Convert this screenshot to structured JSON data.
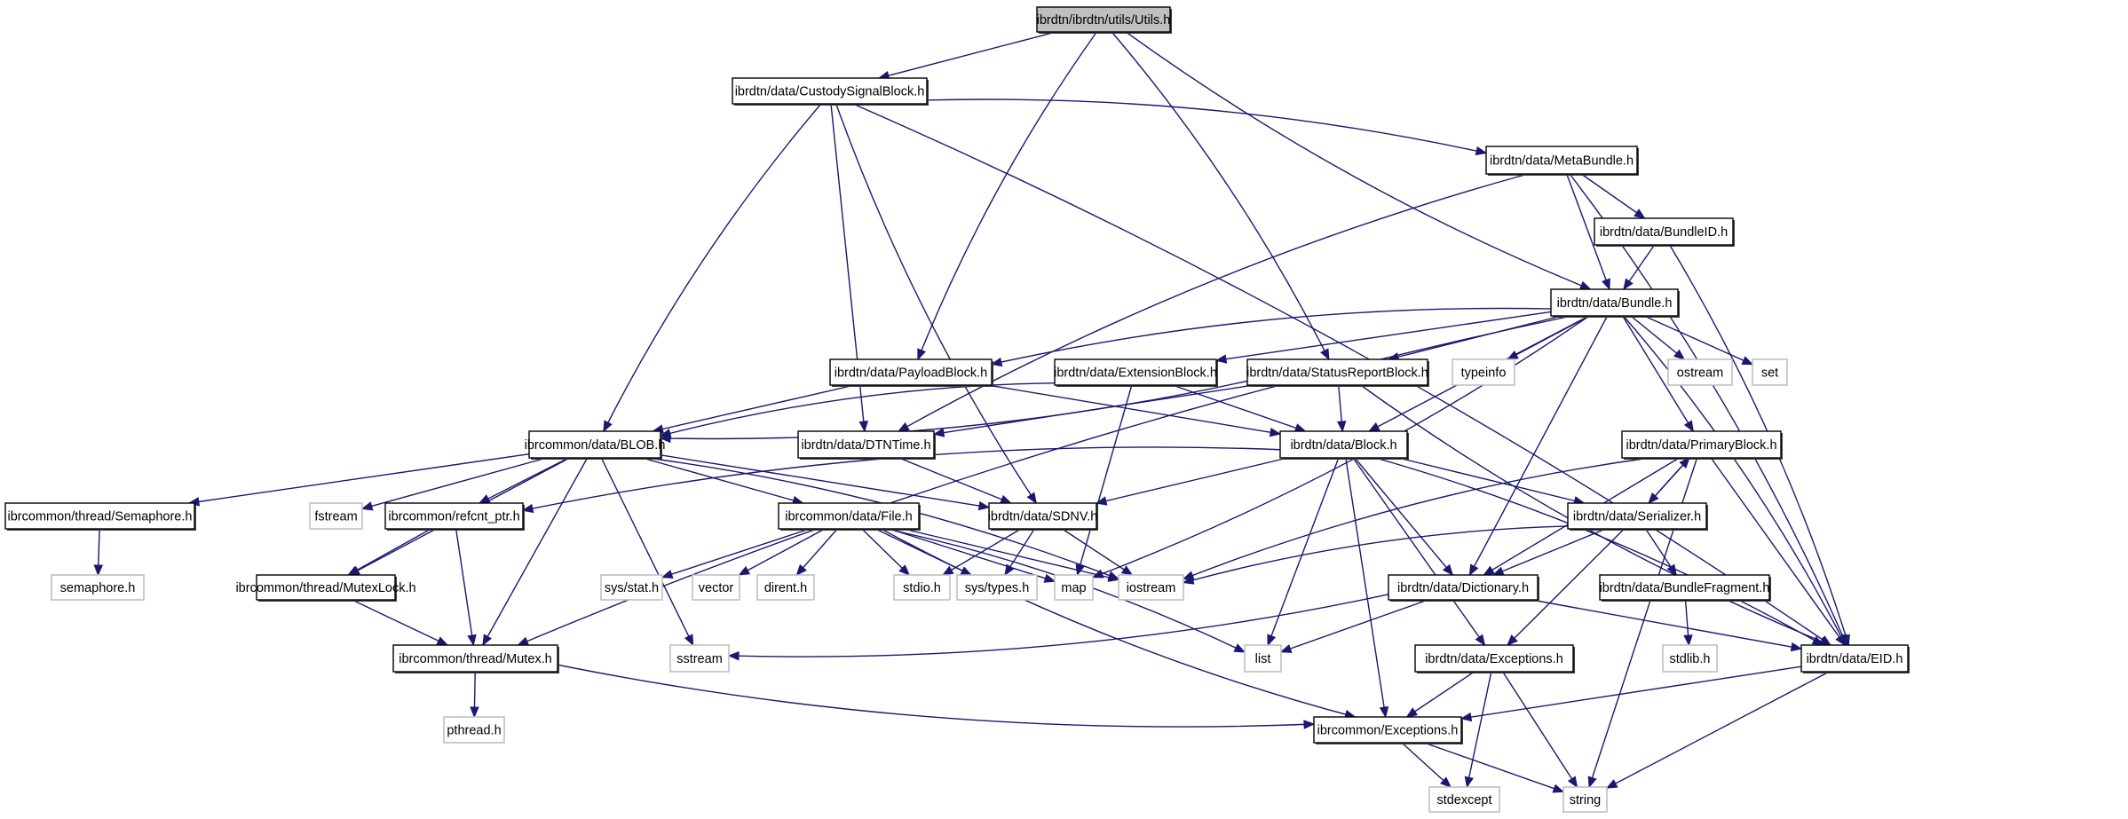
{
  "title": "Include dependency graph for ibrdtn/ibrdtn/utils/Utils.h",
  "colors": {
    "edge": "#191970",
    "root_fill": "#bfbfbf",
    "project_border": "#000000",
    "system_border": "#bfbfbf"
  },
  "nodes": [
    {
      "id": "utils",
      "label": "ibrdtn/ibrdtn/utils/Utils.h",
      "kind": "root"
    },
    {
      "id": "custody",
      "label": "ibrdtn/data/CustodySignalBlock.h",
      "kind": "project"
    },
    {
      "id": "metabundle",
      "label": "ibrdtn/data/MetaBundle.h",
      "kind": "project"
    },
    {
      "id": "bundleid",
      "label": "ibrdtn/data/BundleID.h",
      "kind": "project"
    },
    {
      "id": "bundle",
      "label": "ibrdtn/data/Bundle.h",
      "kind": "project"
    },
    {
      "id": "payload",
      "label": "ibrdtn/data/PayloadBlock.h",
      "kind": "project"
    },
    {
      "id": "extension",
      "label": "ibrdtn/data/ExtensionBlock.h",
      "kind": "project"
    },
    {
      "id": "statusreport",
      "label": "ibrdtn/data/StatusReportBlock.h",
      "kind": "project"
    },
    {
      "id": "typeinfo",
      "label": "typeinfo",
      "kind": "system"
    },
    {
      "id": "ostream",
      "label": "ostream",
      "kind": "system"
    },
    {
      "id": "set",
      "label": "set",
      "kind": "system"
    },
    {
      "id": "blob",
      "label": "ibrcommon/data/BLOB.h",
      "kind": "project"
    },
    {
      "id": "dtntime",
      "label": "ibrdtn/data/DTNTime.h",
      "kind": "project"
    },
    {
      "id": "block",
      "label": "ibrdtn/data/Block.h",
      "kind": "project"
    },
    {
      "id": "primary",
      "label": "ibrdtn/data/PrimaryBlock.h",
      "kind": "project"
    },
    {
      "id": "semaphore",
      "label": "ibrcommon/thread/Semaphore.h",
      "kind": "project"
    },
    {
      "id": "fstream",
      "label": "fstream",
      "kind": "system"
    },
    {
      "id": "refcnt",
      "label": "ibrcommon/refcnt_ptr.h",
      "kind": "project"
    },
    {
      "id": "file",
      "label": "ibrcommon/data/File.h",
      "kind": "project"
    },
    {
      "id": "sdnv",
      "label": "ibrdtn/data/SDNV.h",
      "kind": "project"
    },
    {
      "id": "serializer",
      "label": "ibrdtn/data/Serializer.h",
      "kind": "project"
    },
    {
      "id": "semaphore_h",
      "label": "semaphore.h",
      "kind": "system"
    },
    {
      "id": "mutexlock",
      "label": "ibrcommon/thread/MutexLock.h",
      "kind": "project"
    },
    {
      "id": "sysstat",
      "label": "sys/stat.h",
      "kind": "system"
    },
    {
      "id": "vector",
      "label": "vector",
      "kind": "system"
    },
    {
      "id": "dirent",
      "label": "dirent.h",
      "kind": "system"
    },
    {
      "id": "stdio",
      "label": "stdio.h",
      "kind": "system"
    },
    {
      "id": "systypes",
      "label": "sys/types.h",
      "kind": "system"
    },
    {
      "id": "map",
      "label": "map",
      "kind": "system"
    },
    {
      "id": "iostream",
      "label": "iostream",
      "kind": "system"
    },
    {
      "id": "dictionary",
      "label": "ibrdtn/data/Dictionary.h",
      "kind": "project"
    },
    {
      "id": "fragment",
      "label": "ibrdtn/data/BundleFragment.h",
      "kind": "project"
    },
    {
      "id": "mutex",
      "label": "ibrcommon/thread/Mutex.h",
      "kind": "project"
    },
    {
      "id": "sstream",
      "label": "sstream",
      "kind": "system"
    },
    {
      "id": "list",
      "label": "list",
      "kind": "system"
    },
    {
      "id": "dataexc",
      "label": "ibrdtn/data/Exceptions.h",
      "kind": "project"
    },
    {
      "id": "stdlib",
      "label": "stdlib.h",
      "kind": "system"
    },
    {
      "id": "eid",
      "label": "ibrdtn/data/EID.h",
      "kind": "project"
    },
    {
      "id": "commonexc",
      "label": "ibrcommon/Exceptions.h",
      "kind": "project"
    },
    {
      "id": "pthread",
      "label": "pthread.h",
      "kind": "system"
    },
    {
      "id": "stdexcept",
      "label": "stdexcept",
      "kind": "system"
    },
    {
      "id": "string",
      "label": "string",
      "kind": "system"
    }
  ],
  "edges": [
    [
      "utils",
      "custody"
    ],
    [
      "utils",
      "payload"
    ],
    [
      "utils",
      "statusreport"
    ],
    [
      "utils",
      "bundle"
    ],
    [
      "custody",
      "metabundle"
    ],
    [
      "custody",
      "blob"
    ],
    [
      "custody",
      "dtntime"
    ],
    [
      "custody",
      "sdnv"
    ],
    [
      "custody",
      "eid"
    ],
    [
      "metabundle",
      "bundleid"
    ],
    [
      "metabundle",
      "bundle"
    ],
    [
      "metabundle",
      "dtntime"
    ],
    [
      "metabundle",
      "eid"
    ],
    [
      "bundleid",
      "bundle"
    ],
    [
      "bundleid",
      "eid"
    ],
    [
      "bundle",
      "payload"
    ],
    [
      "bundle",
      "extension"
    ],
    [
      "bundle",
      "statusreport"
    ],
    [
      "bundle",
      "typeinfo"
    ],
    [
      "bundle",
      "ostream"
    ],
    [
      "bundle",
      "set"
    ],
    [
      "bundle",
      "block"
    ],
    [
      "bundle",
      "primary"
    ],
    [
      "bundle",
      "mutex"
    ],
    [
      "bundle",
      "map"
    ],
    [
      "bundle",
      "dictionary"
    ],
    [
      "bundle",
      "eid"
    ],
    [
      "payload",
      "blob"
    ],
    [
      "payload",
      "block"
    ],
    [
      "extension",
      "blob"
    ],
    [
      "extension",
      "block"
    ],
    [
      "extension",
      "map"
    ],
    [
      "statusreport",
      "blob"
    ],
    [
      "statusreport",
      "dtntime"
    ],
    [
      "statusreport",
      "block"
    ],
    [
      "statusreport",
      "eid"
    ],
    [
      "blob",
      "semaphore"
    ],
    [
      "blob",
      "fstream"
    ],
    [
      "blob",
      "refcnt"
    ],
    [
      "blob",
      "file"
    ],
    [
      "blob",
      "sdnv"
    ],
    [
      "blob",
      "mutexlock"
    ],
    [
      "blob",
      "mutex"
    ],
    [
      "blob",
      "sstream"
    ],
    [
      "blob",
      "iostream"
    ],
    [
      "dtntime",
      "sdnv"
    ],
    [
      "block",
      "sdnv"
    ],
    [
      "block",
      "serializer"
    ],
    [
      "block",
      "dictionary"
    ],
    [
      "block",
      "dataexc"
    ],
    [
      "block",
      "list"
    ],
    [
      "block",
      "commonexc"
    ],
    [
      "block",
      "eid"
    ],
    [
      "block",
      "refcnt"
    ],
    [
      "primary",
      "serializer"
    ],
    [
      "primary",
      "dictionary"
    ],
    [
      "primary",
      "eid"
    ],
    [
      "primary",
      "iostream"
    ],
    [
      "primary",
      "string"
    ],
    [
      "serializer",
      "primary"
    ],
    [
      "serializer",
      "dictionary"
    ],
    [
      "serializer",
      "fragment"
    ],
    [
      "serializer",
      "dataexc"
    ],
    [
      "serializer",
      "iostream"
    ],
    [
      "semaphore",
      "semaphore_h"
    ],
    [
      "refcnt",
      "mutexlock"
    ],
    [
      "refcnt",
      "mutex"
    ],
    [
      "file",
      "sysstat"
    ],
    [
      "file",
      "vector"
    ],
    [
      "file",
      "dirent"
    ],
    [
      "file",
      "stdio"
    ],
    [
      "file",
      "systypes"
    ],
    [
      "file",
      "map"
    ],
    [
      "file",
      "iostream"
    ],
    [
      "file",
      "list"
    ],
    [
      "file",
      "commonexc"
    ],
    [
      "sdnv",
      "stdio"
    ],
    [
      "sdnv",
      "systypes"
    ],
    [
      "sdnv",
      "iostream"
    ],
    [
      "mutexlock",
      "mutex"
    ],
    [
      "dictionary",
      "sstream"
    ],
    [
      "dictionary",
      "list"
    ],
    [
      "dictionary",
      "eid"
    ],
    [
      "fragment",
      "stdlib"
    ],
    [
      "mutex",
      "pthread"
    ],
    [
      "mutex",
      "commonexc"
    ],
    [
      "dataexc",
      "commonexc"
    ],
    [
      "dataexc",
      "stdexcept"
    ],
    [
      "dataexc",
      "string"
    ],
    [
      "eid",
      "commonexc"
    ],
    [
      "eid",
      "string"
    ],
    [
      "commonexc",
      "stdexcept"
    ],
    [
      "commonexc",
      "string"
    ]
  ]
}
